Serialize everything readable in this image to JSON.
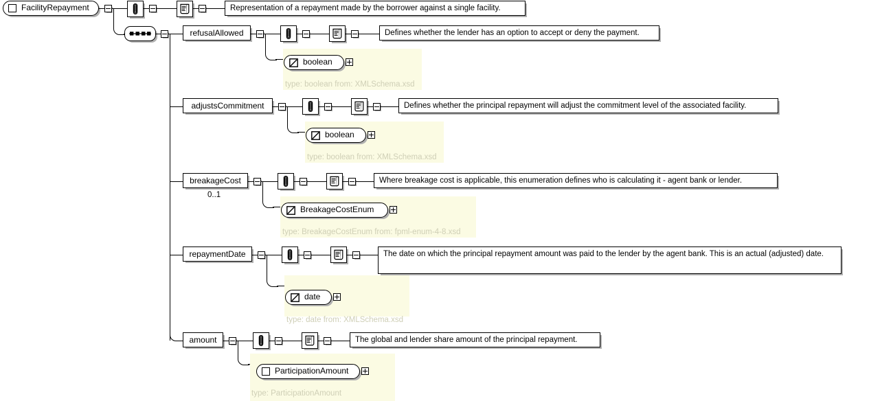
{
  "diagram": {
    "title": "FacilityRepayment",
    "root": {
      "name": "FacilityRepayment",
      "icon": "complex-type-square-icon",
      "documentation": "Representation of a repayment made by the borrower against a single facility.",
      "compositor": "sequence"
    },
    "annotation_icon": "paperclip-icon",
    "documentation_icon": "scroll-document-icon",
    "elements": [
      {
        "name": "refusalAllowed",
        "cardinality": "",
        "documentation": "Defines whether the lender has an option to accept or deny the payment.",
        "type_node": {
          "label": "boolean",
          "glyph": "simple-type-icon",
          "caption": "type: boolean from: XMLSchema.xsd"
        }
      },
      {
        "name": "adjustsCommitment",
        "cardinality": "",
        "documentation": "Defines whether the principal repayment will adjust the commitment level of the associated facility.",
        "type_node": {
          "label": "boolean",
          "glyph": "simple-type-icon",
          "caption": "type: boolean from: XMLSchema.xsd"
        }
      },
      {
        "name": "breakageCost",
        "cardinality": "0..1",
        "documentation": "Where breakage cost is applicable, this enumeration defines who is calculating it - agent bank or lender.",
        "type_node": {
          "label": "BreakageCostEnum",
          "glyph": "simple-type-icon",
          "caption": "type: BreakageCostEnum from: fpml-enum-4-8.xsd"
        }
      },
      {
        "name": "repaymentDate",
        "cardinality": "",
        "documentation": "The date on which the principal repayment amount was paid to the lender by the agent bank. This is an actual (adjusted) date.",
        "type_node": {
          "label": "date",
          "glyph": "simple-type-icon",
          "caption": "type: date from: XMLSchema.xsd"
        }
      },
      {
        "name": "amount",
        "cardinality": "",
        "documentation": "The global and lender share amount of the principal repayment.",
        "type_node": {
          "label": "ParticipationAmount",
          "glyph": "complex-type-square-icon",
          "caption": "type: ParticipationAmount"
        }
      }
    ],
    "colors": {
      "type_panel_background": "#fbfbe3",
      "type_caption_text": "#cfcfb6",
      "line": "#000000",
      "shadow": "#b0b0b0",
      "background": "#ffffff"
    }
  }
}
